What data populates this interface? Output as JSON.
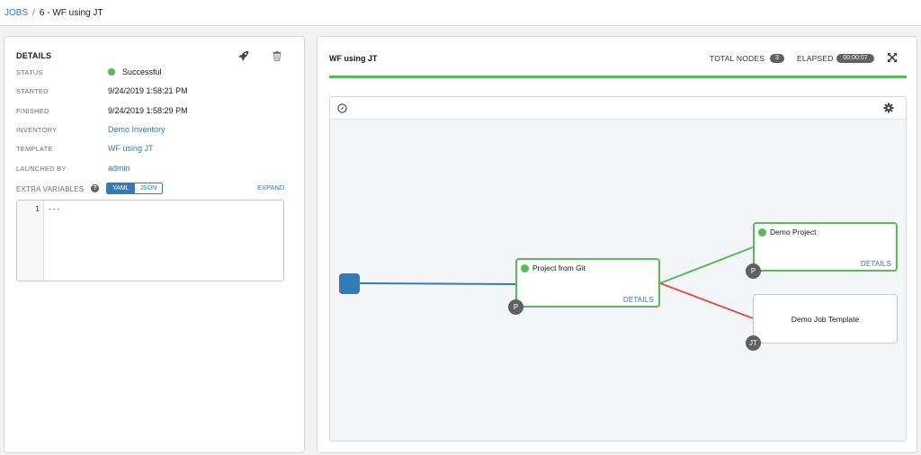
{
  "breadcrumb": {
    "jobs": "JOBS",
    "separator": "/",
    "current": "6 - WF using JT"
  },
  "details": {
    "title": "DETAILS",
    "status_label": "STATUS",
    "status_value": "Successful",
    "started_label": "STARTED",
    "started_value": "9/24/2019 1:58:21 PM",
    "finished_label": "FINISHED",
    "finished_value": "9/24/2019 1:58:29 PM",
    "inventory_label": "INVENTORY",
    "inventory_value": "Demo Inventory",
    "template_label": "TEMPLATE",
    "template_value": "WF using JT",
    "launched_by_label": "LAUNCHED BY",
    "launched_by_value": "admin",
    "extra_vars_label": "EXTRA VARIABLES",
    "help_glyph": "?",
    "toggle_yaml": "YAML",
    "toggle_json": "JSON",
    "expand": "EXPAND",
    "code_line_number": "1",
    "code_text": "---"
  },
  "graph": {
    "title": "WF using JT",
    "total_nodes_label": "TOTAL NODES",
    "total_nodes_value": "3",
    "elapsed_label": "ELAPSED",
    "elapsed_value": "00:00:07",
    "nodes": {
      "git": {
        "name": "Project from Git",
        "details": "DETAILS",
        "type": "P"
      },
      "demo_project": {
        "name": "Demo Project",
        "details": "DETAILS",
        "type": "P"
      },
      "demo_jt": {
        "name": "Demo Job Template",
        "type": "JT"
      }
    }
  },
  "colors": {
    "success": "#5cb85c",
    "failure": "#d9534f",
    "link": "#337ab7",
    "start_node": "#337ab7"
  },
  "icons": [
    "rocket-icon",
    "trash-icon",
    "help-icon",
    "fullscreen-icon",
    "compass-icon",
    "gear-icon"
  ]
}
